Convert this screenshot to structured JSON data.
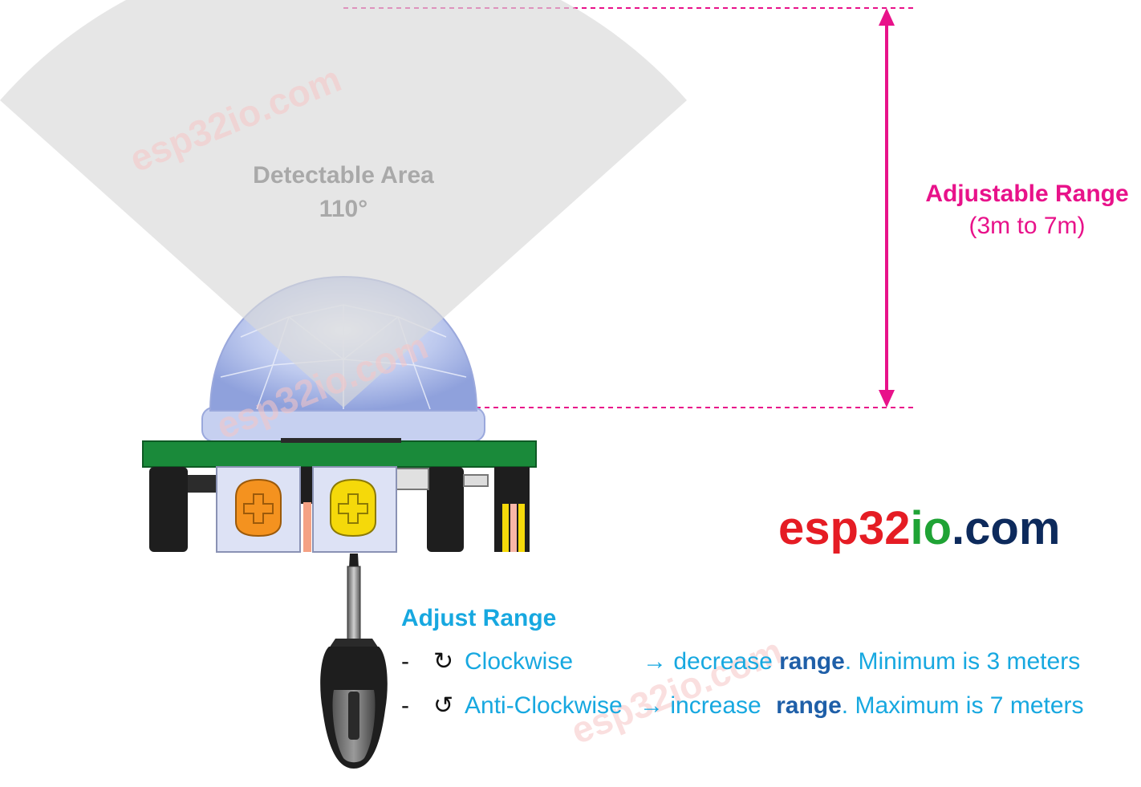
{
  "detectable_area": {
    "title": "Detectable Area",
    "angle": "110°"
  },
  "range": {
    "title": "Adjustable Range",
    "subtitle": "(3m to 7m)"
  },
  "brand": {
    "part1": "esp32",
    "part2": "io",
    "part3": ".com"
  },
  "watermark": "esp32io.com",
  "instructions": {
    "title": "Adjust Range",
    "items": [
      {
        "bullet": "-",
        "arrow_symbol": "↻",
        "direction": "Clockwise",
        "result_arrow": "→",
        "effect": "decrease",
        "keyword": "range",
        "limit": ". Minimum  is 3 meters"
      },
      {
        "bullet": "-",
        "arrow_symbol": "↺",
        "direction": "Anti-Clockwise",
        "result_arrow": "→",
        "effect": "increase",
        "keyword": "range",
        "limit": ". Maximum is 7 meters"
      }
    ]
  },
  "colors": {
    "accent_pink": "#e8128a",
    "text_blue": "#17a8e0",
    "brand_red": "#e51c24",
    "brand_green": "#1fa335",
    "brand_navy": "#0d2a5c",
    "pcb_green": "#1a8a3a",
    "pot_orange": "#f4921f",
    "pot_yellow": "#f5d90a"
  }
}
